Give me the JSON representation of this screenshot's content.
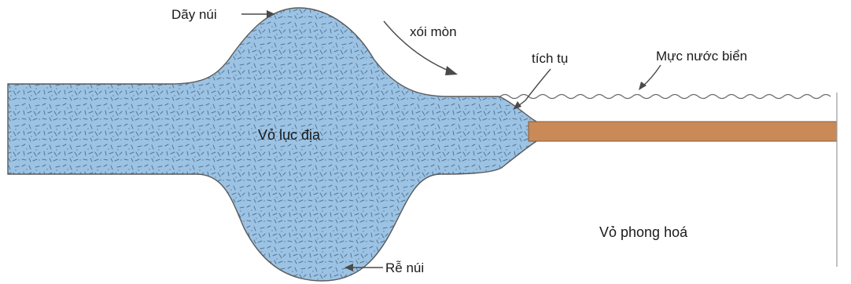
{
  "diagram": {
    "labels": {
      "mountain_range": "Dãy núi",
      "erosion": "xói mòn",
      "deposition": "tích tụ",
      "sea_level": "Mực nước biển",
      "continental_crust": "Vỏ lục địa",
      "mountain_root": "Rễ núi",
      "weathering_crust": "Vỏ phong hoá"
    },
    "colors": {
      "crust_fill": "#9cc3e4",
      "crust_texture": "#3c5a78",
      "sediment_layer": "#c98a58",
      "sediment_edge": "#8a5a32",
      "outline": "#5a5a5a",
      "background": "#ffffff"
    }
  }
}
